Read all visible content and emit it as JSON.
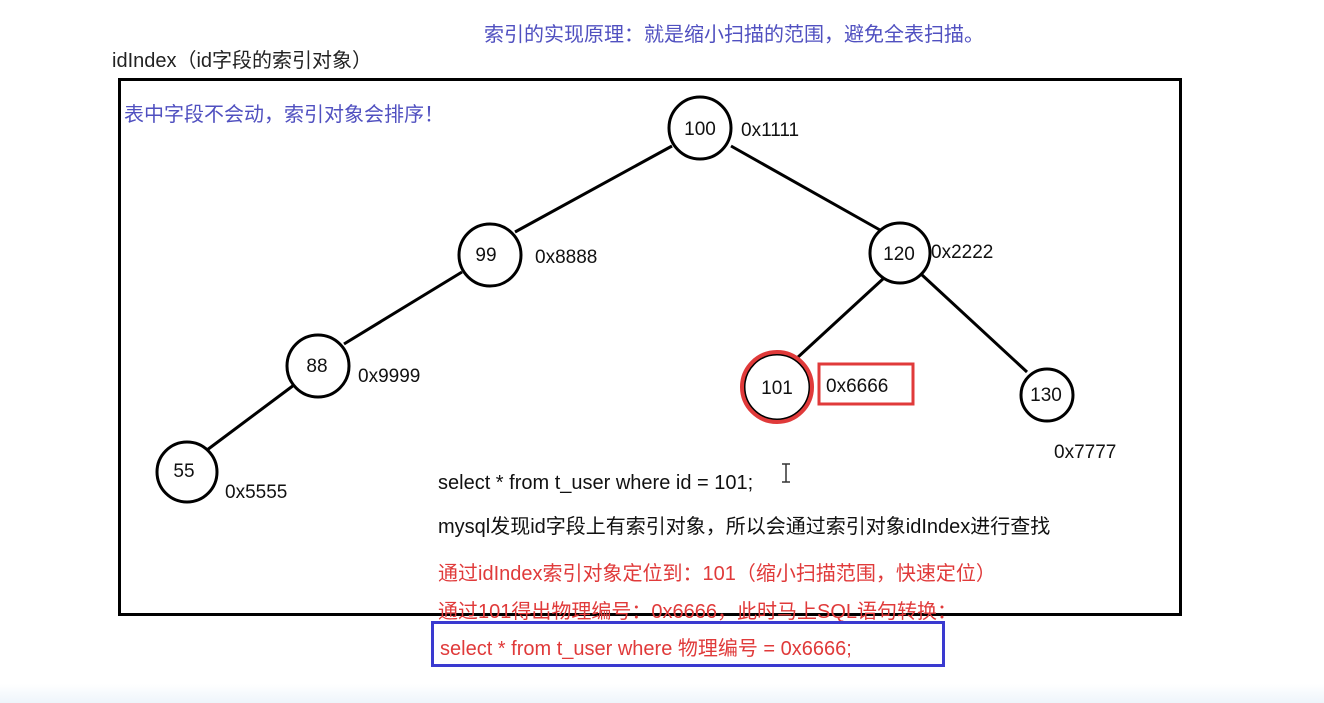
{
  "header": {
    "principle": "索引的实现原理：就是缩小扫描的范围，避免全表扫描。",
    "index_caption": "idIndex（id字段的索引对象）"
  },
  "frame": {
    "note": "表中字段不会动，索引对象会排序！"
  },
  "tree": {
    "nodes": {
      "n100": {
        "value": "100",
        "addr": "0x1111"
      },
      "n99": {
        "value": "99",
        "addr": "0x8888"
      },
      "n120": {
        "value": "120",
        "addr": "0x2222"
      },
      "n88": {
        "value": "88",
        "addr": "0x9999"
      },
      "n101": {
        "value": "101",
        "addr": "0x6666"
      },
      "n130": {
        "value": "130",
        "addr": "0x7777"
      },
      "n55": {
        "value": "55",
        "addr": "0x5555"
      }
    },
    "highlight": {
      "node": "n101",
      "color": "#e03a3a"
    }
  },
  "explanation": {
    "sql_query": "select * from t_user where id = 101;",
    "mysql_note": "mysql发现id字段上有索引对象，所以会通过索引对象idIndex进行查找",
    "locate_note": "通过idIndex索引对象定位到：101（缩小扫描范围，快速定位）",
    "convert_note": "通过101得出物理编号：0x6666，此时马上SQL语句转换：",
    "final_sql": "select * from t_user where 物理编号 = 0x6666;"
  },
  "colors": {
    "blue_text": "#5050c0",
    "red_text": "#e03a3a",
    "box_blue": "#3a3ad0"
  }
}
